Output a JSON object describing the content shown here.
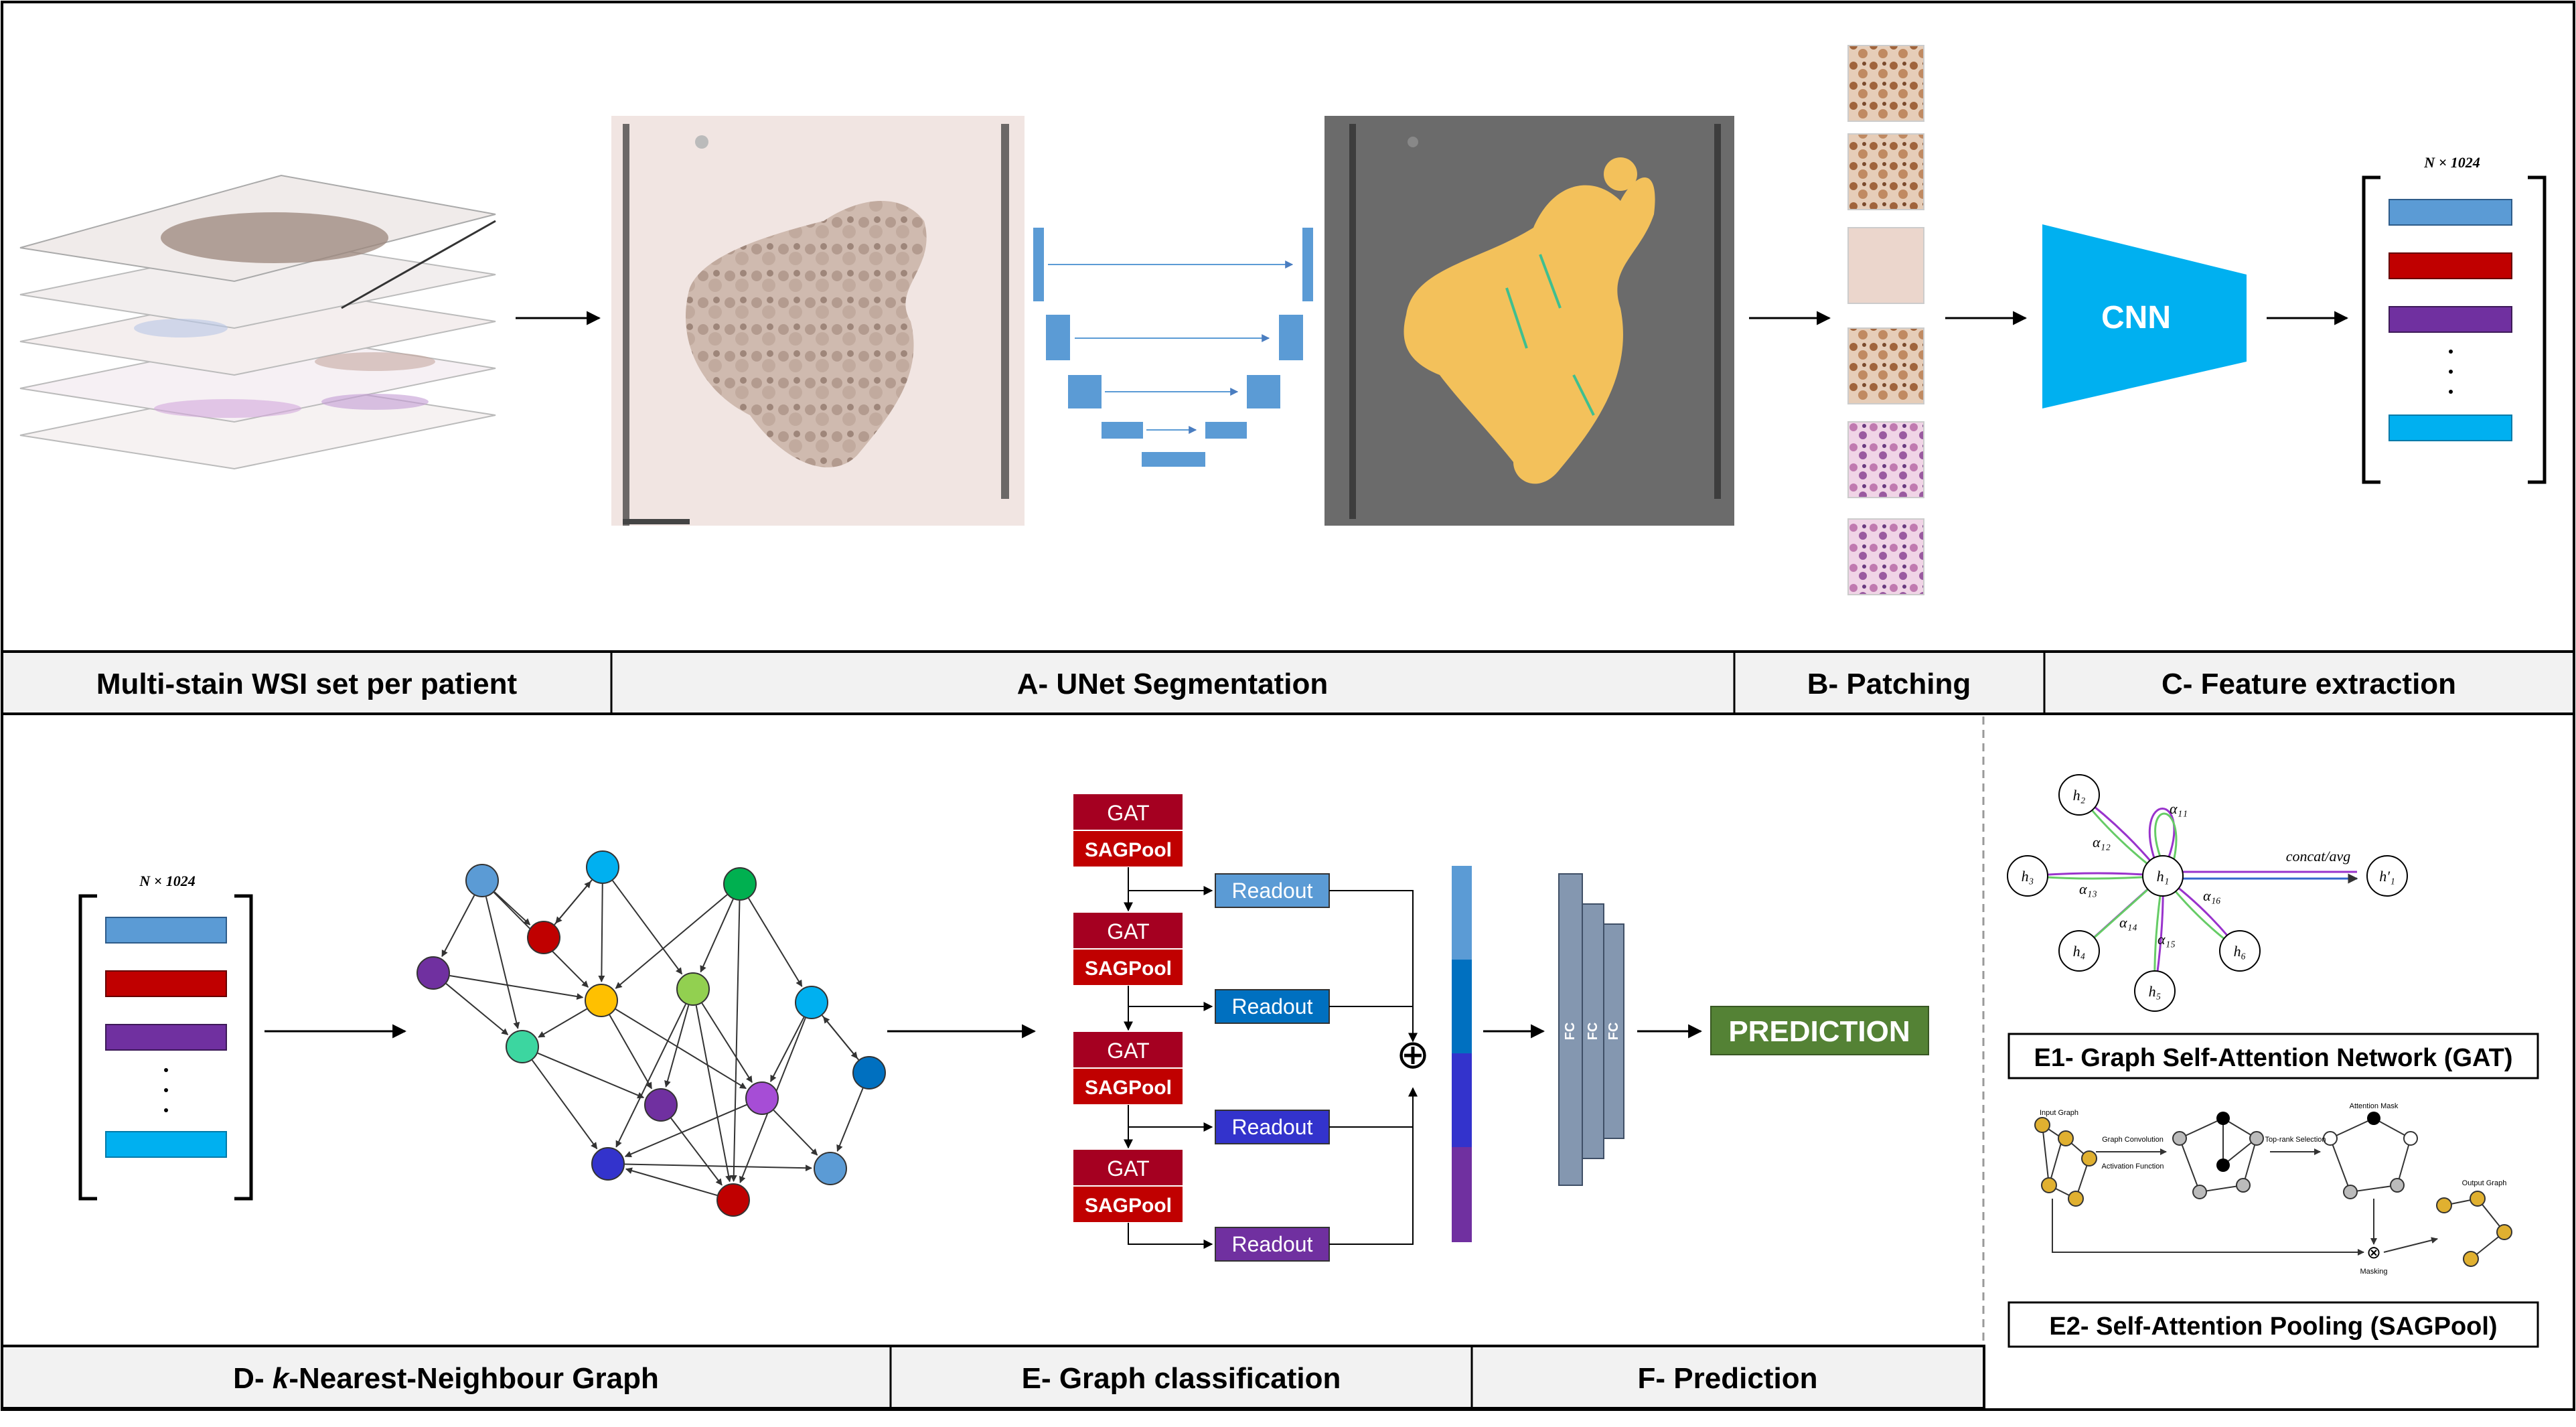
{
  "sections": {
    "top": [
      "Multi-stain WSI set per patient",
      "A- UNet Segmentation",
      "B- Patching",
      "C- Feature extraction"
    ],
    "bottom": [
      "D- ",
      "k",
      "-Nearest-Neighbour Graph",
      "E- Graph classification",
      "F- Prediction"
    ]
  },
  "feature_dim_label": "N × 1024",
  "cnn_label": "CNN",
  "feature_vector_colors": [
    "#5b9bd5",
    "#c00000",
    "#7030a0",
    "#00b0f0"
  ],
  "gnn_blocks": [
    {
      "gat": "GAT",
      "pool": "SAGPool",
      "readout": "Readout",
      "readout_color": "#5b9bd5"
    },
    {
      "gat": "GAT",
      "pool": "SAGPool",
      "readout": "Readout",
      "readout_color": "#0070c0"
    },
    {
      "gat": "GAT",
      "pool": "SAGPool",
      "readout": "Readout",
      "readout_color": "#3333cc"
    },
    {
      "gat": "GAT",
      "pool": "SAGPool",
      "readout": "Readout",
      "readout_color": "#7030a0"
    }
  ],
  "concat_symbol": "⊕",
  "fc_label": "FC",
  "prediction_label": "PREDICTION",
  "gat_inset": {
    "title": "E1- Graph Self-Attention Network (GAT)",
    "center_node": "h₁",
    "neighbors": [
      "h₂",
      "h₃",
      "h₄",
      "h₅",
      "h₆"
    ],
    "output_node": "h′₁",
    "concat_label": "concat/avg",
    "attention_labels": [
      "α₁₁",
      "α₁₂",
      "α₁₃",
      "α₁₄",
      "α₁₅",
      "α₁₆"
    ]
  },
  "sagpool_inset": {
    "title": "E2- Self-Attention Pooling (SAGPool)",
    "labels": [
      "Input Graph",
      "Graph Convolution",
      "Activation Function",
      "Top-rank Selection",
      "Attention Mask",
      "Masking",
      "Output Graph"
    ]
  },
  "colors": {
    "gat_red": "#a50021",
    "pool_red": "#c00000",
    "prediction_green": "#548235",
    "cnn_cyan": "#00b0f0",
    "fc_gray": "#8497b0",
    "label_bar_bg": "#f2f2f2"
  },
  "graph_node_colors": [
    "#5b9bd5",
    "#00b0f0",
    "#00b050",
    "#c00000",
    "#7030a0",
    "#ffc000",
    "#92d050",
    "#00b0f0",
    "#3cd6a0",
    "#7030a0",
    "#a64dd6",
    "#0070c0",
    "#3333cc",
    "#c00000",
    "#5b9bd5"
  ]
}
